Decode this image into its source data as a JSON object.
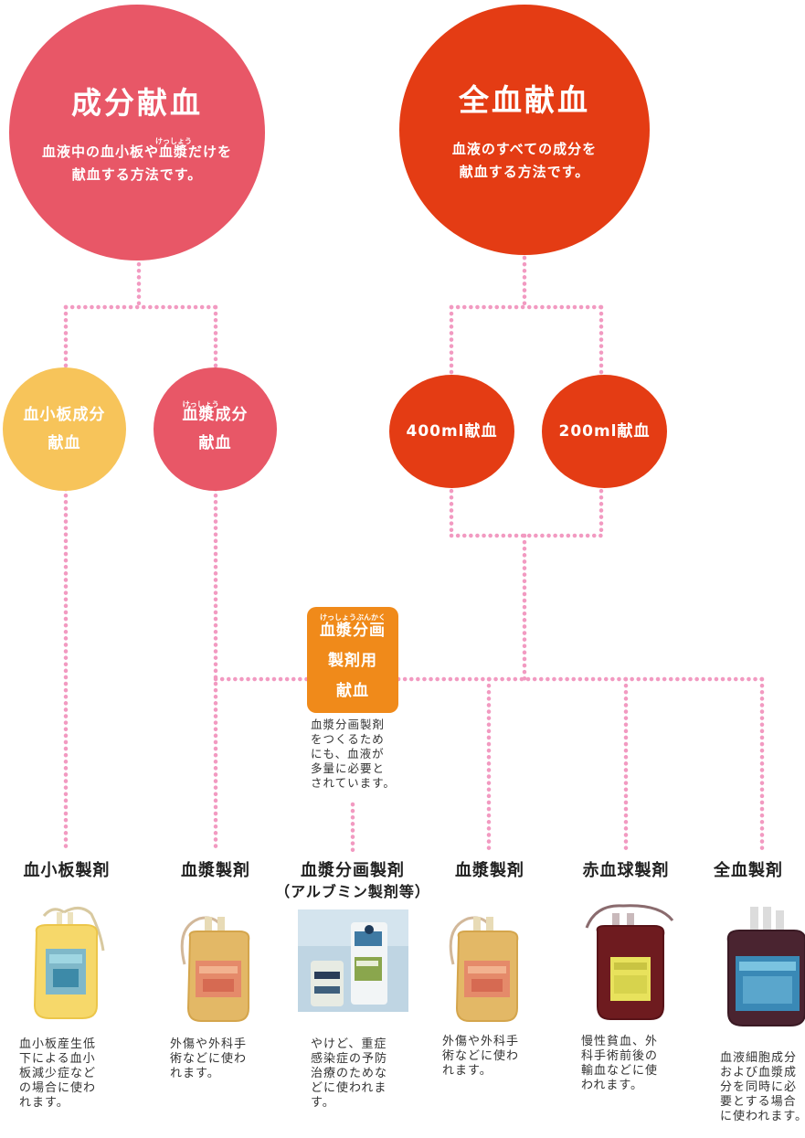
{
  "component": {
    "title": "成分献血",
    "desc_line1_a": "血液中の血小板や",
    "desc_line1_ruby_base": "血漿",
    "desc_line1_ruby_text": "けっしょう",
    "desc_line1_b": "だけを",
    "desc_line2": "献血する方法です。",
    "color": "#e85767"
  },
  "whole": {
    "title": "全血献血",
    "desc_line1": "血液のすべての成分を",
    "desc_line2": "献血する方法です。",
    "color": "#e43c14"
  },
  "platelet_donation": {
    "line1": "血小板成分",
    "line2": "献血",
    "color": "#f7c45a"
  },
  "plasma_donation": {
    "ruby_text": "けっしょう",
    "line1": "血漿成分",
    "line2": "献血",
    "color": "#e85767"
  },
  "donation_400": {
    "label": "400ml献血",
    "color": "#e43c14"
  },
  "donation_200": {
    "label": "200ml献血",
    "color": "#e43c14"
  },
  "fraction_donation": {
    "ruby_text": "けっしょうぶんかく",
    "line1": "血漿分画",
    "line2": "製剤用",
    "line3": "献血",
    "note": [
      "血漿分画製剤",
      "をつくるため",
      "にも、血液が",
      "多量に必要と",
      "されています。"
    ],
    "color": "#f08a1a"
  },
  "connector_color": "#f29ac1",
  "products": [
    {
      "name": "血小板製剤",
      "desc": [
        "血小板産生低",
        "下による血小",
        "板減少症など",
        "の場合に使わ",
        "れます。"
      ]
    },
    {
      "name": "血漿製剤",
      "desc": [
        "外傷や外科手",
        "術などに使わ",
        "れます。"
      ]
    },
    {
      "name": "血漿分画製剤",
      "name2": "（アルブミン製剤等）",
      "desc": [
        "やけど、重症",
        "感染症の予防",
        "治療のためな",
        "どに使われま",
        "す。"
      ]
    },
    {
      "name": "血漿製剤",
      "desc": [
        "外傷や外科手",
        "術などに使わ",
        "れます。"
      ]
    },
    {
      "name": "赤血球製剤",
      "desc": [
        "慢性貧血、外",
        "科手術前後の",
        "輸血などに使",
        "われます。"
      ]
    },
    {
      "name": "全血製剤",
      "desc": [
        "血液細胞成分",
        "および血漿成",
        "分を同時に必",
        "要とする場合",
        "に使われます。"
      ]
    }
  ]
}
